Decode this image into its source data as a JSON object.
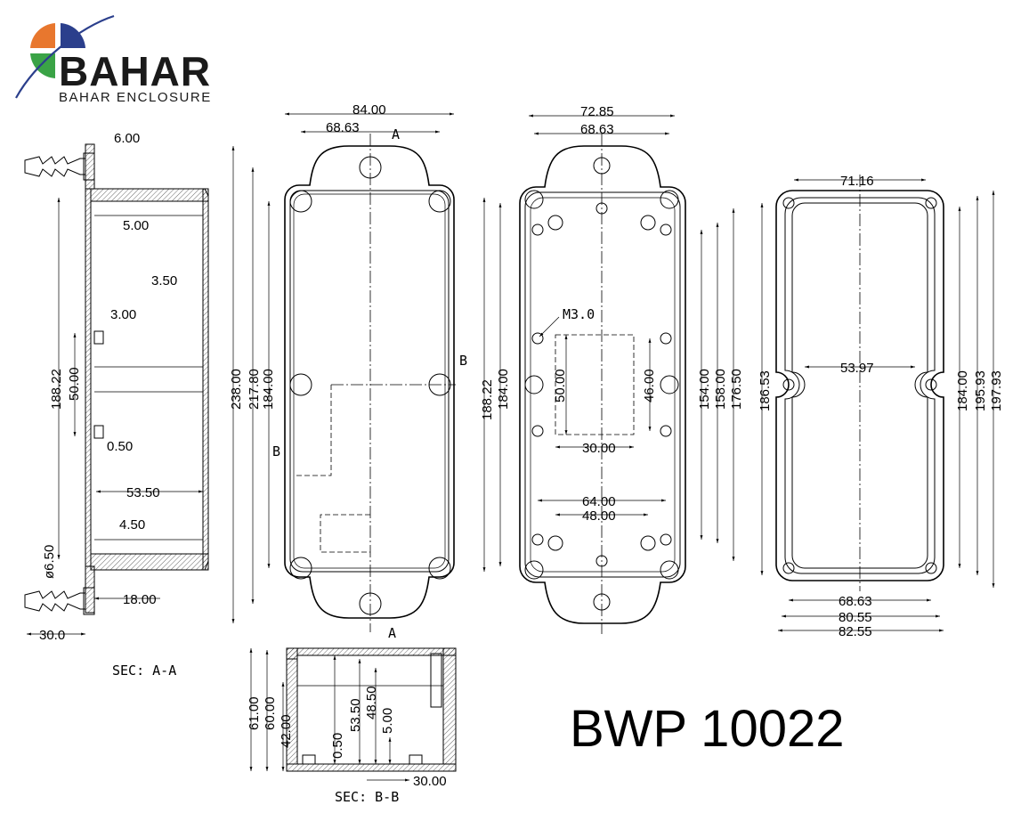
{
  "logo": {
    "name": "BAHAR",
    "subtitle": "BAHAR ENCLOSURE",
    "colors": {
      "orange": "#e8772e",
      "blue": "#2b3f8c",
      "green": "#3aa346",
      "dark": "#1a1a1a"
    }
  },
  "model_number": "BWP 10022",
  "section_labels": {
    "aa": "SEC: A-A",
    "bb": "SEC: B-B",
    "a": "A",
    "b": "B"
  },
  "callouts": {
    "screw": "M3.0"
  },
  "side_section": {
    "flange": "6.00",
    "lid_step": "5.00",
    "wall_outer": "3.50",
    "wall_inner": "3.00",
    "inner_h": "188.22",
    "rib": "50.00",
    "gap": "0.50",
    "depth": "53.50",
    "lip": "4.50",
    "gland_d": "ø6.50",
    "base": "18.00",
    "gland_len": "30.0"
  },
  "front_view": {
    "width": "84.00",
    "mount_w": "68.63",
    "total_h": "238.00",
    "mount_h": "217.80",
    "body_h": "184.00"
  },
  "open_view": {
    "width": "72.85",
    "mount_w": "68.63",
    "inner_h": "188.22",
    "body_h": "184.00",
    "hole_h1": "154.00",
    "hole_h2": "158.00",
    "hole_h3": "176.50",
    "pcb_h": "50.00",
    "pcb_w": "30.00",
    "pcb_h2": "46.00",
    "hole_w1": "64.00",
    "hole_w2": "48.00"
  },
  "lid_view": {
    "top_w": "71.16",
    "center_w": "53.97",
    "total_h": "186.53",
    "h1": "184.00",
    "h2": "195.93",
    "h3": "197.93",
    "w1": "68.63",
    "w2": "80.55",
    "w3": "82.55"
  },
  "bottom_section": {
    "h1": "61.00",
    "h2": "60.00",
    "h3": "42.00",
    "gap": "0.50",
    "depth": "53.50",
    "inner": "48.50",
    "step": "5.00",
    "base": "30.00"
  }
}
